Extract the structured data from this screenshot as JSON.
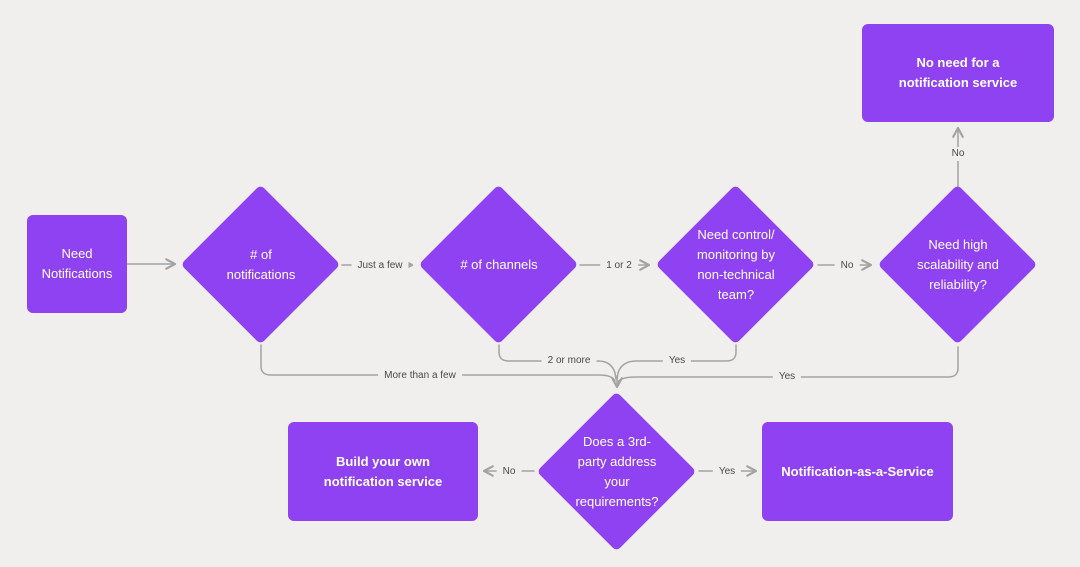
{
  "diagram": {
    "type": "flowchart",
    "topic": "Do you need a notification service?",
    "colors": {
      "background": "#f0efed",
      "shape_fill": "#8e42f1",
      "shape_text": "#ffffff",
      "connector": "#a3a3a3",
      "edge_label_text": "#4a4a4a"
    },
    "nodes": {
      "start": {
        "type": "process",
        "label": [
          "Need",
          "Notifications"
        ]
      },
      "num_notifications": {
        "type": "decision",
        "label": [
          "# of",
          "notifications"
        ]
      },
      "num_channels": {
        "type": "decision",
        "label": [
          "# of channels"
        ]
      },
      "need_control": {
        "type": "decision",
        "label": [
          "Need control/",
          "monitoring by",
          "non-technical",
          "team?"
        ]
      },
      "need_scalability": {
        "type": "decision",
        "label": [
          "Need high",
          "scalability and",
          "reliability?"
        ]
      },
      "no_need_service": {
        "type": "result",
        "label": [
          "No need for a",
          "notification service"
        ]
      },
      "third_party": {
        "type": "decision",
        "label": [
          "Does a 3rd-",
          "party address",
          "your",
          "requirements?"
        ]
      },
      "build_own": {
        "type": "result",
        "label": [
          "Build your own",
          "notification service"
        ]
      },
      "naas": {
        "type": "result",
        "label": [
          "Notification-as-a-Service"
        ]
      }
    },
    "edge_labels": {
      "just_a_few": "Just a few",
      "one_or_two": "1 or 2",
      "no_control": "No",
      "no_scalability_up": "No",
      "two_or_more": "2 or more",
      "yes_control": "Yes",
      "more_than_a_few": "More than a few",
      "yes_scalability": "Yes",
      "no_third_party": "No",
      "yes_third_party": "Yes"
    }
  }
}
